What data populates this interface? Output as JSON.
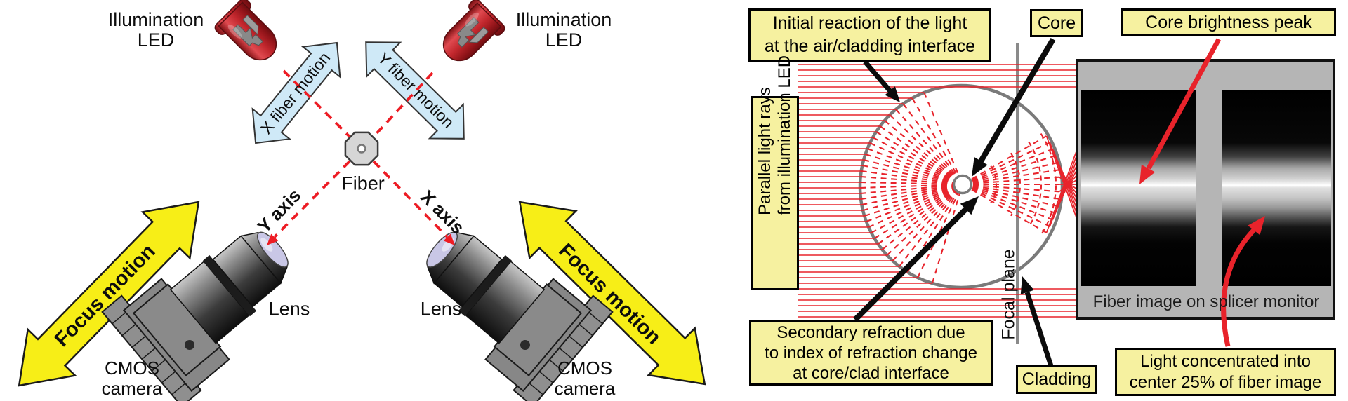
{
  "left_panel": {
    "led_label_left": {
      "line1": "Illumination",
      "line2": "LED"
    },
    "led_label_right": {
      "line1": "Illumination",
      "line2": "LED"
    },
    "blue_arrow_x_label": "X fiber motion",
    "blue_arrow_y_label": "Y fiber motion",
    "fiber_label": "Fiber",
    "y_axis_label": "Y axis",
    "x_axis_label": "X axis",
    "lens_label_left": "Lens",
    "lens_label_right": "Lens",
    "cmos_label_left": {
      "line1": "CMOS",
      "line2": "camera"
    },
    "cmos_label_right": {
      "line1": "CMOS",
      "line2": "camera"
    },
    "focus_motion_left": "Focus motion",
    "focus_motion_right": "Focus motion"
  },
  "right_panel": {
    "initial_reaction": {
      "line1": "Initial reaction of the light",
      "line2": "at the air/cladding interface"
    },
    "core_label": "Core",
    "core_brightness_label": "Core brightness peak",
    "parallel_rays": {
      "line1": "Parallel light rays",
      "line2": "from illumination LED"
    },
    "focal_plane_label": "Focal plane",
    "secondary_refraction": {
      "line1": "Secondary refraction due",
      "line2": "to index of refraction change",
      "line3": "at core/clad interface"
    },
    "cladding_label": "Cladding",
    "monitor_caption": "Fiber image on splicer monitor",
    "light_concentrated": {
      "line1": "Light concentrated into",
      "line2": "center 25% of fiber image"
    }
  },
  "colors": {
    "ray_red": "#e8232b",
    "dash_red": "#ed1c24",
    "box_yellow": "#f6f1a0",
    "arrow_yellow": "#f7ee17",
    "arrow_blue": "#cfe9f7",
    "led_red": "#c1272d",
    "monitor_grey": "#b5b5b5"
  }
}
